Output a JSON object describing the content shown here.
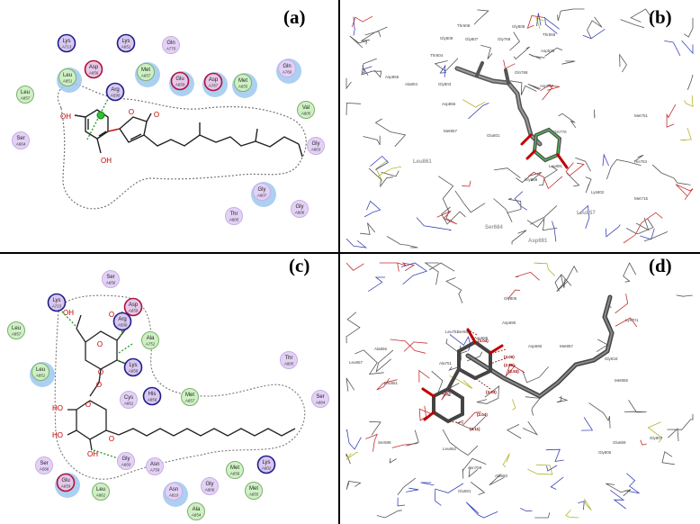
{
  "panels": {
    "a": {
      "label": "(a)",
      "residues": [
        {
          "name": "Lys",
          "num": "A713",
          "type": "basic"
        },
        {
          "name": "Lys",
          "num": "A651",
          "type": "basic"
        },
        {
          "name": "Gln",
          "num": "A770",
          "type": "polar"
        },
        {
          "name": "Asp",
          "num": "A656",
          "type": "acidic"
        },
        {
          "name": "Leu",
          "num": "A851",
          "type": "hydrophobic"
        },
        {
          "name": "Met",
          "num": "A657",
          "type": "hydrophobic"
        },
        {
          "name": "Glu",
          "num": "A659",
          "type": "acidic"
        },
        {
          "name": "Asp",
          "num": "A767",
          "type": "acidic"
        },
        {
          "name": "Met",
          "num": "A655",
          "type": "hydrophobic"
        },
        {
          "name": "Gln",
          "num": "A766",
          "type": "polar"
        },
        {
          "name": "Leu",
          "num": "A857",
          "type": "hydrophobic"
        },
        {
          "name": "Arg",
          "num": "A590",
          "type": "basic"
        },
        {
          "name": "Val",
          "num": "A805",
          "type": "hydrophobic"
        },
        {
          "name": "Ser",
          "num": "A664",
          "type": "polar"
        },
        {
          "name": "Gly",
          "num": "A803",
          "type": "polar"
        },
        {
          "name": "Gly",
          "num": "A807",
          "type": "polar"
        },
        {
          "name": "Gly",
          "num": "A806",
          "type": "polar"
        },
        {
          "name": "Thr",
          "num": "A805",
          "type": "polar"
        }
      ],
      "atoms": [
        "OH",
        "O",
        "O",
        "OH"
      ]
    },
    "b": {
      "label": "(b)",
      "labels": [
        "Thr608",
        "Gly808",
        "Gly809",
        "Gly807",
        "Gly769",
        "Thr558",
        "Asp535",
        "Thr804",
        "Gln768",
        "Asp855",
        "Ala804",
        "Gly803",
        "Asp767",
        "Asp856",
        "Gln770",
        "Met751",
        "Met857",
        "Glu801",
        "Leu861",
        "Leu891",
        "Gly858",
        "His753",
        "Lys802",
        "Met715",
        "Leu857",
        "Ser684",
        "Asp691"
      ],
      "gray_labels": [
        "Leu861",
        "Leu857",
        "Asp691",
        "Ser684"
      ]
    },
    "c": {
      "label": "(c)",
      "residues": [
        {
          "name": "Ser",
          "num": "A656",
          "type": "polar"
        },
        {
          "name": "Lys",
          "num": "A715",
          "type": "basic"
        },
        {
          "name": "Asp",
          "num": "A659",
          "type": "acidic"
        },
        {
          "name": "Arg",
          "num": "A590",
          "type": "basic"
        },
        {
          "name": "Leu",
          "num": "A857",
          "type": "hydrophobic"
        },
        {
          "name": "Ala",
          "num": "A751",
          "type": "hydrophobic"
        },
        {
          "name": "Lys",
          "num": "A658",
          "type": "basic"
        },
        {
          "name": "Leu",
          "num": "A851",
          "type": "hydrophobic"
        },
        {
          "name": "Thr",
          "num": "A805",
          "type": "polar"
        },
        {
          "name": "His",
          "num": "A856",
          "type": "basic"
        },
        {
          "name": "Met",
          "num": "A657",
          "type": "hydrophobic"
        },
        {
          "name": "Cys",
          "num": "A661",
          "type": "polar"
        },
        {
          "name": "Ser",
          "num": "A664",
          "type": "polar"
        },
        {
          "name": "Ser",
          "num": "A566",
          "type": "polar"
        },
        {
          "name": "Gly",
          "num": "A660",
          "type": "polar"
        },
        {
          "name": "Asn",
          "num": "A759",
          "type": "polar"
        },
        {
          "name": "Glu",
          "num": "A659",
          "type": "acidic"
        },
        {
          "name": "Leu",
          "num": "A861",
          "type": "hydrophobic"
        },
        {
          "name": "Asn",
          "num": "A810",
          "type": "polar"
        },
        {
          "name": "Gly",
          "num": "A806",
          "type": "polar"
        },
        {
          "name": "Met",
          "num": "A656",
          "type": "hydrophobic"
        },
        {
          "name": "Lys",
          "num": "A602",
          "type": "basic"
        },
        {
          "name": "Met",
          "num": "A655",
          "type": "hydrophobic"
        },
        {
          "name": "Ala",
          "num": "A654",
          "type": "hydrophobic"
        }
      ],
      "atoms": [
        "OH",
        "O",
        "O",
        "O",
        "O",
        "HO",
        "O",
        "HO",
        "OH",
        "O",
        "O",
        "O"
      ]
    },
    "d": {
      "label": "(d)",
      "labels": [
        "Ser684",
        "Asp686",
        "Leu751",
        "Asp690",
        "Lys701",
        "Gly806",
        "Ala856",
        "Leu857",
        "Asp690",
        "Met857",
        "Gly81E",
        "Met855",
        "Ala751",
        "Leu851",
        "Glu801",
        "Ser589",
        "Asn759",
        "Leu662",
        "Ala660",
        "Glu659",
        "Gly806",
        "Gly807"
      ],
      "hbond_labels": [
        "(3.04)",
        "(3.00)",
        "(2.86)",
        "(2.53)",
        "(3.03)",
        "(2.04)",
        "(3.11)"
      ]
    }
  },
  "colors": {
    "basic": {
      "fill": "#d9c9f0",
      "stroke": "#1f1c8a"
    },
    "acidic": {
      "fill": "#e6c8e8",
      "stroke": "#b0123a"
    },
    "hydrophobic": {
      "fill": "#cff0c4",
      "stroke": "#7bb06c"
    },
    "polar": {
      "fill": "#e3d2f5",
      "stroke": "#c9aee6"
    },
    "hbond": "#1f9a1f",
    "pocket": "#777777"
  }
}
